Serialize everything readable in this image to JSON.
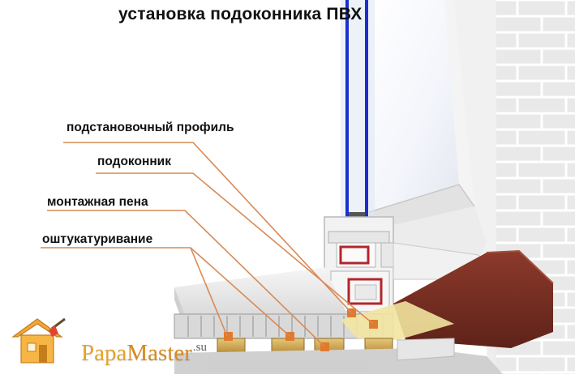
{
  "title": "установка подоконника ПВХ",
  "labels": {
    "profile": "подстановочный профиль",
    "sill": "подоконник",
    "foam": "монтажная пена",
    "plaster": "оштукатуривание"
  },
  "logo": {
    "part1": "Papa",
    "part2": "Master",
    "suffix": ".su",
    "icon": "house-brush-icon"
  },
  "colors": {
    "leader_line": "#d98a55",
    "glass_edge": "#1b2fd0",
    "ebb": "#7a2f22",
    "foam": "#f2e4a0",
    "brick": "#e7e7e7"
  }
}
